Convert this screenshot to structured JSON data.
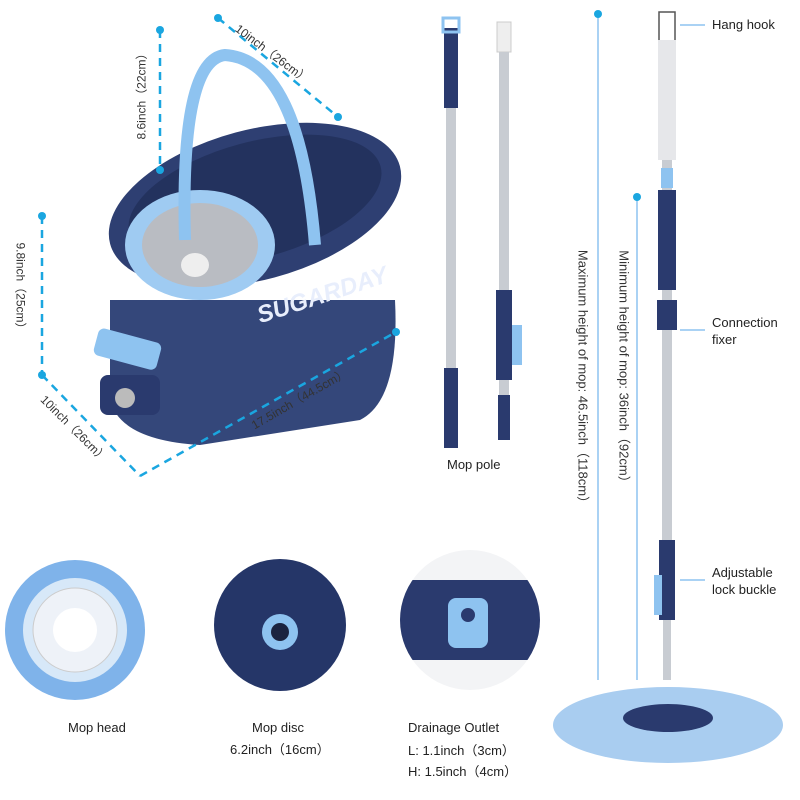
{
  "bucket": {
    "brand": "SUGARDAY",
    "dims": {
      "handle_depth": "10inch（26cm）",
      "handle_height": "8.6inch（22cm）",
      "height": "9.8inch（25cm）",
      "width": "10inch（26cm）",
      "length": "17.5inch（44.5cm）"
    }
  },
  "pole": {
    "label": "Mop pole"
  },
  "mop": {
    "max_height": "Maximum height of mop: 46.5inch（118cm）",
    "min_height": "Minimum height of mop: 36inch（92cm）",
    "callouts": [
      "Hang hook",
      "Connection fixer",
      "Adjustable lock buckle"
    ]
  },
  "parts": {
    "mop_head": {
      "label": "Mop head"
    },
    "mop_disc": {
      "label": "Mop disc",
      "size": "6.2inch（16cm）"
    },
    "drainage": {
      "label": "Drainage Outlet",
      "l": "L: 1.1inch（3cm）",
      "h": "H: 1.5inch（4cm）"
    }
  },
  "colors": {
    "navy": "#2a3a6e",
    "light_blue": "#8ec3f0",
    "accent": "#1aa6e0"
  }
}
